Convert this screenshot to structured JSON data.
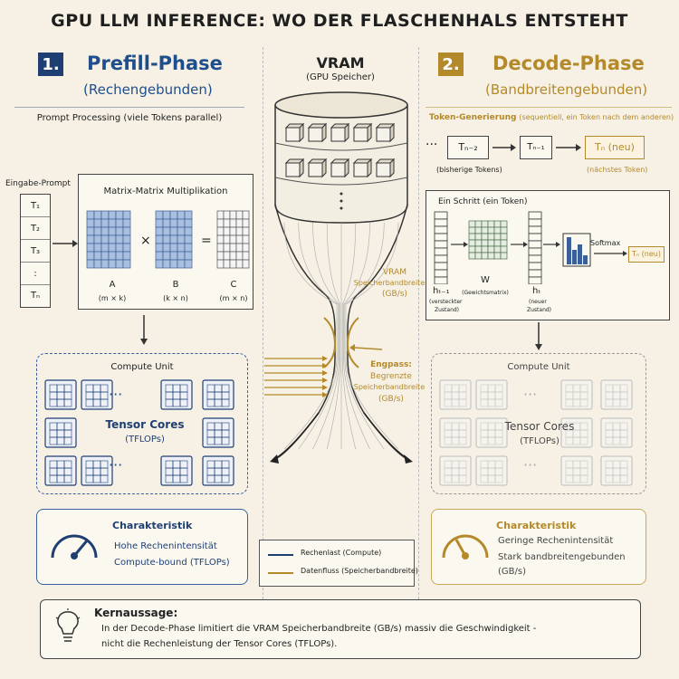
{
  "title": "GPU LLM INFERENCE: WO DER FLASCHENHALS ENTSTEHT",
  "prefill": {
    "number": "1.",
    "title": "Prefill-Phase",
    "subtitle": "(Rechengebunden)",
    "processing": "Prompt Processing (viele Tokens parallel)",
    "input_label": "Eingabe-Prompt",
    "tokens": [
      "T₁",
      "T₂",
      "T₃",
      ":",
      "Tₙ"
    ],
    "matmul_title": "Matrix-Matrix Multiplikation",
    "op_times": "×",
    "op_equals": "=",
    "matrix_a": "A",
    "matrix_a_dim": "(m × k)",
    "matrix_b": "B",
    "matrix_b_dim": "(k × n)",
    "matrix_c": "C",
    "matrix_c_dim": "(m × n)",
    "compute_unit": "Compute Unit",
    "tensor_cores": "Tensor Cores",
    "tflops": "(TFLOPs)",
    "dots": "···",
    "char_title": "Charakteristik",
    "char_line1": "Hohe Rechenintensität",
    "char_line2": "Compute-bound (TFLOPs)"
  },
  "center": {
    "vram": "VRAM",
    "vram_sub": "(GPU Speicher)",
    "bw_label1": "VRAM",
    "bw_label2": "Speicherbandbreite",
    "bw_label3": "(GB/s)",
    "eng_label1": "Engpass:",
    "eng_label2": "Begrenzte",
    "eng_label3": "Speicherbandbreite",
    "eng_label4": "(GB/s)",
    "legend_compute": "Rechenlast (Compute)",
    "legend_data": "Datenfluss (Speicherbandbreite)"
  },
  "decode": {
    "number": "2.",
    "title": "Decode-Phase",
    "subtitle": "(Bandbreitengebunden)",
    "token_gen": "Token-Generierung",
    "token_gen_note": "(sequentiell, ein Token nach dem anderen)",
    "ellipsis": "···",
    "t_n2": "Tₙ₋₂",
    "t_n1": "Tₙ₋₁",
    "t_new": "Tₙ (neu)",
    "prev_tokens": "(bisherige Tokens)",
    "next_token": "(nächstes Token)",
    "step_title": "Ein Schritt (ein Token)",
    "h_prev": "hₜ₋₁",
    "h_prev_sub1": "(versteckter",
    "h_prev_sub2": "Zustand)",
    "w": "W",
    "w_sub": "(Gewichtsmatrix)",
    "h_t": "hₜ",
    "h_t_sub1": "(neuer",
    "h_t_sub2": "Zustand)",
    "softmax": "Softmax",
    "t_out": "Tₙ (neu)",
    "compute_unit": "Compute Unit",
    "tensor_cores": "Tensor Cores",
    "tflops": "(TFLOPs)",
    "dots": "···",
    "char_title": "Charakteristik",
    "char_line1": "Geringe Rechenintensität",
    "char_line2": "Stark bandbreitengebunden",
    "char_line3": "(GB/s)"
  },
  "key": {
    "title": "Kernaussage:",
    "line1": "In der Decode-Phase limitiert die VRAM Speicherbandbreite (GB/s) massiv die Geschwindigkeit -",
    "line2": "nicht die Rechenleistung der Tensor Cores (TFLOPs)."
  },
  "colors": {
    "blue": "#1f4e8c",
    "gold": "#b4892a",
    "background": "#f6f1e4"
  }
}
